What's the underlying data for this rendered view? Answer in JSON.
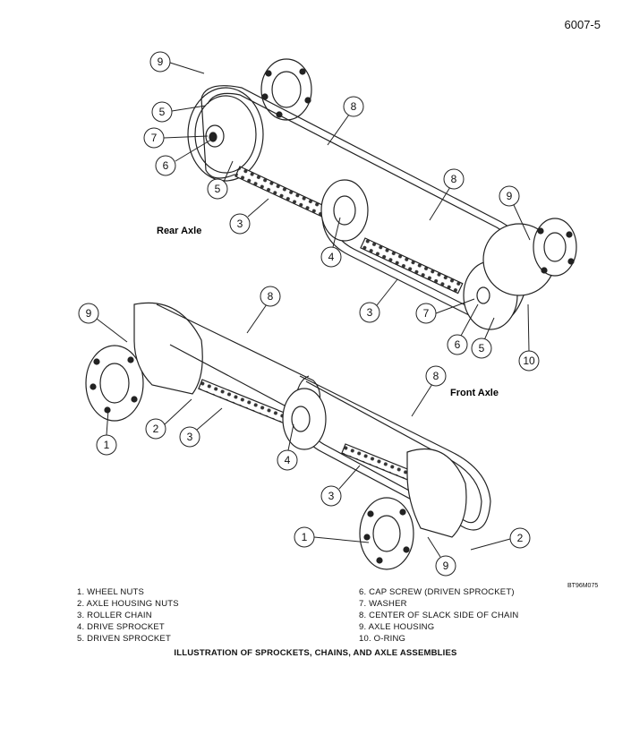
{
  "page_number": "6007-5",
  "labels": {
    "rear_axle": "Rear Axle",
    "front_axle": "Front Axle"
  },
  "figure_code": "BT96M075",
  "legend_left": [
    "1.  WHEEL NUTS",
    "2.  AXLE HOUSING NUTS",
    "3.  ROLLER CHAIN",
    "4.  DRIVE SPROCKET",
    "5.  DRIVEN SPROCKET"
  ],
  "legend_right": [
    "6.  CAP SCREW (DRIVEN SPROCKET)",
    "7.  WASHER",
    "8.  CENTER OF SLACK SIDE OF CHAIN",
    "9.  AXLE HOUSING",
    "10.  O-RING"
  ],
  "caption": "ILLUSTRATION OF SPROCKETS, CHAINS, AND AXLE ASSEMBLIES",
  "callouts": [
    "9",
    "5",
    "7",
    "6",
    "5",
    "3",
    "8",
    "8",
    "4",
    "3",
    "7",
    "6",
    "5",
    "9",
    "10",
    "9",
    "8",
    "2",
    "3",
    "1",
    "4",
    "8",
    "3",
    "1",
    "9",
    "2"
  ]
}
